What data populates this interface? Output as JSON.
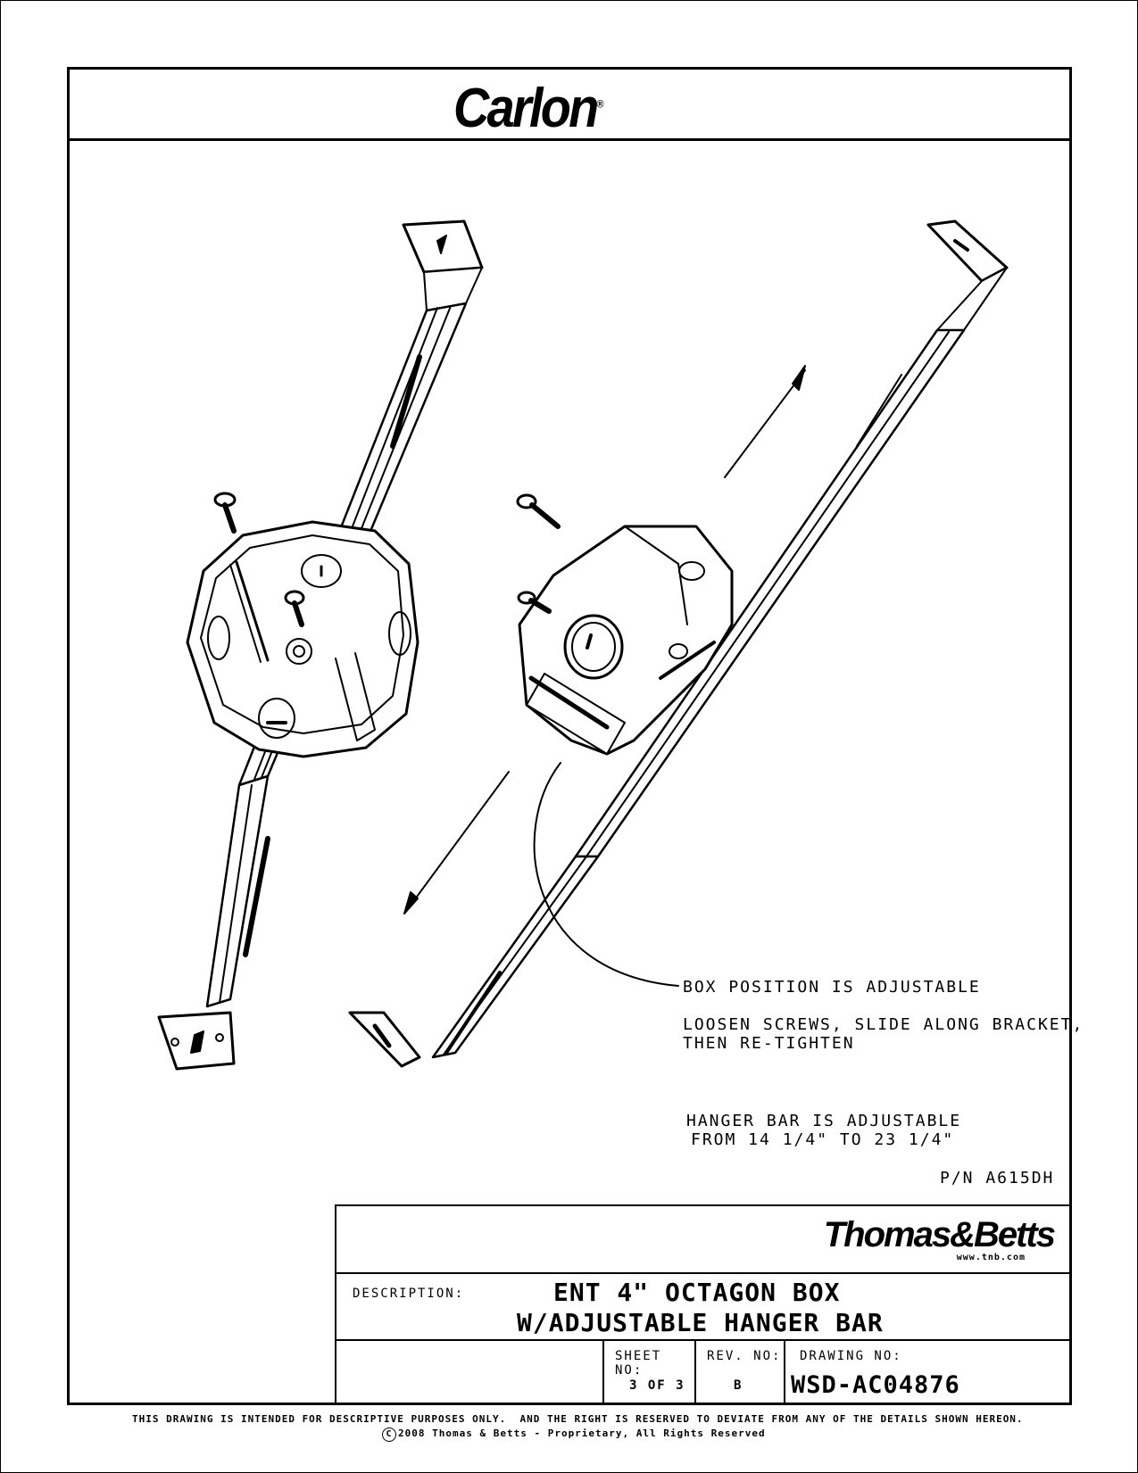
{
  "header": {
    "brand": "Carlon",
    "reg_mark": "®"
  },
  "notes": {
    "box_position": "BOX POSITION IS ADJUSTABLE",
    "loosen_line1": "LOOSEN SCREWS, SLIDE ALONG BRACKET,",
    "loosen_line2": "THEN RE-TIGHTEN",
    "hanger_line1": "HANGER BAR IS ADJUSTABLE",
    "hanger_line2": "FROM 14 1/4\" TO 23 1/4\"",
    "part_number": "P/N A615DH"
  },
  "title_block": {
    "company": "Thomas&Betts",
    "url": "www.tnb.com",
    "description_label": "DESCRIPTION:",
    "description_line1": "ENT 4\" OCTAGON BOX",
    "description_line2": "W/ADJUSTABLE HANGER BAR",
    "sheet_label": "SHEET NO:",
    "sheet_value": "3 OF 3",
    "rev_label": "REV. NO:",
    "rev_value": "B",
    "drawing_label": "DRAWING NO:",
    "drawing_value": "WSD-AC04876"
  },
  "footer": {
    "disclaimer": "THIS DRAWING IS INTENDED FOR DESCRIPTIVE PURPOSES ONLY.  AND THE RIGHT IS RESERVED TO DEVIATE FROM ANY OF THE DETAILS SHOWN HEREON.",
    "copyright": "2008 Thomas & Betts - Proprietary, All Rights Reserved",
    "copyright_symbol": "C"
  },
  "colors": {
    "ink": "#000000",
    "paper": "#ffffff"
  }
}
